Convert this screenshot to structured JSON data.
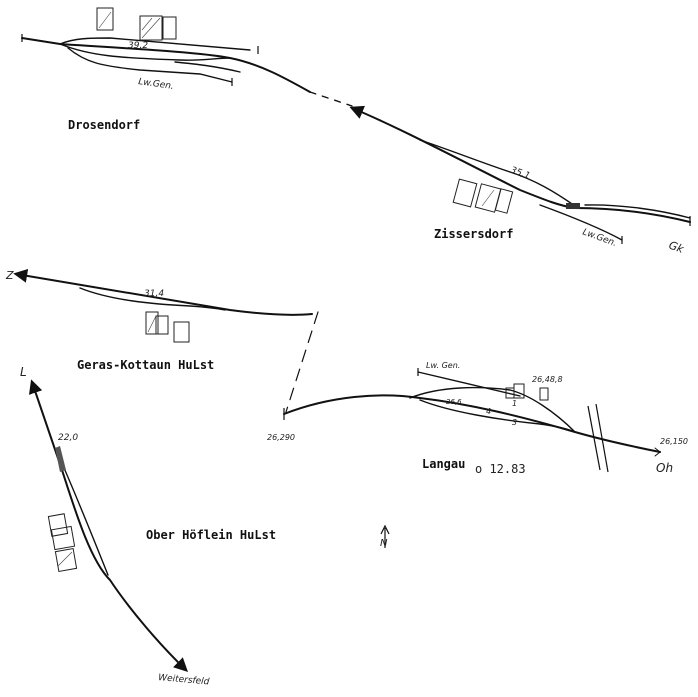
{
  "stations": {
    "drosendorf": "Drosendorf",
    "zissersdorf": "Zissersdorf",
    "geras": "Geras-Kottaun HuLst",
    "langau": "Langau",
    "oberhoeflein": "Ober Höflein HuLst"
  },
  "note": "o 12.83",
  "handwritten": {
    "drosendorf_km": "39,2",
    "drosendorf_siding": "Lw.Gen.",
    "zissersdorf_km": "35,1",
    "zissersdorf_siding": "Lw.Gen.",
    "zissersdorf_dir": "Gk",
    "geras_dir": "Z",
    "geras_km": "31,4",
    "langau_siding": "Lw. Gen.",
    "langau_km_building": "26,48,8",
    "langau_km_platform": "26,6",
    "langau_track_1": "1",
    "langau_track_4": "4",
    "langau_track_3": "3",
    "langau_km_end": "26,150",
    "langau_dir": "Oh",
    "langau_km_start": "26,290",
    "oberhoeflein_dir": "L",
    "oberhoeflein_km": "22,0",
    "oberhoeflein_dest": "Weitersfeld",
    "north_arrow": "N"
  }
}
